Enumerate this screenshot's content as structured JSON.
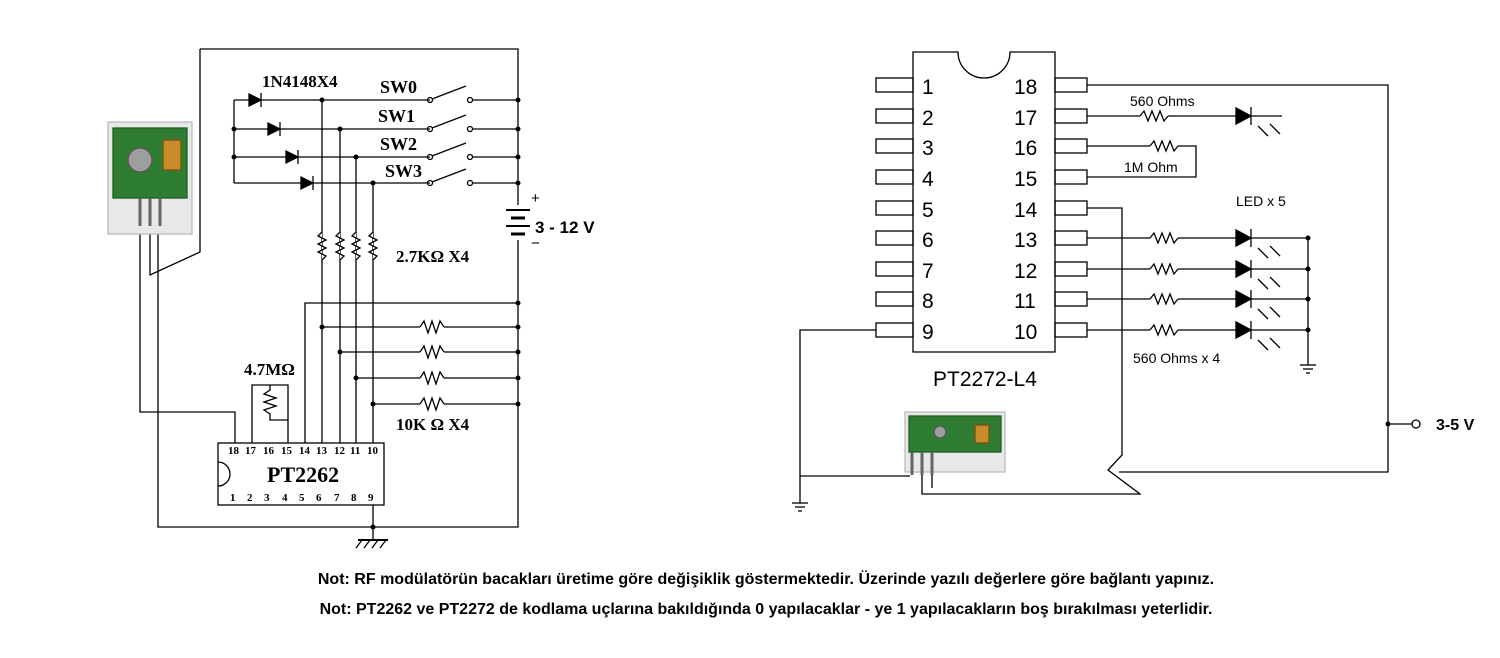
{
  "transmitter": {
    "diode_label": "1N4148X4",
    "switches": [
      "SW0",
      "SW1",
      "SW2",
      "SW3"
    ],
    "battery_label": "3 - 12 V",
    "battery_plus": "+",
    "battery_minus": "−",
    "resistor_top_label": "2.7KΩ X4",
    "resistor_bottom_label": "10K Ω  X4",
    "osc_resistor_label": "4.7MΩ",
    "ic_name": "PT2262",
    "ic_top_pins": [
      "18",
      "17",
      "16",
      "15",
      "14",
      "13",
      "12",
      "11",
      "10"
    ],
    "ic_bottom_pins": [
      "1",
      "2",
      "3",
      "4",
      "5",
      "6",
      "7",
      "8",
      "9"
    ]
  },
  "receiver": {
    "ic_name": "PT2272-L4",
    "left_pins": [
      "1",
      "2",
      "3",
      "4",
      "5",
      "6",
      "7",
      "8",
      "9"
    ],
    "right_pins": [
      "18",
      "17",
      "16",
      "15",
      "14",
      "13",
      "12",
      "11",
      "10"
    ],
    "label_560": "560 Ohms",
    "label_1m": "1M Ohm",
    "label_led": "LED x 5",
    "label_560x4": "560 Ohms x 4",
    "supply_label": "3-5 V"
  },
  "notes": [
    "Not: RF modülatörün bacakları üretime göre değişiklik göstermektedir. Üzerinde yazılı değerlere göre bağlantı yapınız.",
    "Not: PT2262  ve PT2272   de kodlama uçlarına bakıldığında 0 yapılacaklar - ye 1 yapılacakların boş  bırakılması yeterlidir."
  ],
  "colors": {
    "line": "#000000",
    "module_green": "#2e7d32",
    "module_gold": "#c88a2a"
  }
}
